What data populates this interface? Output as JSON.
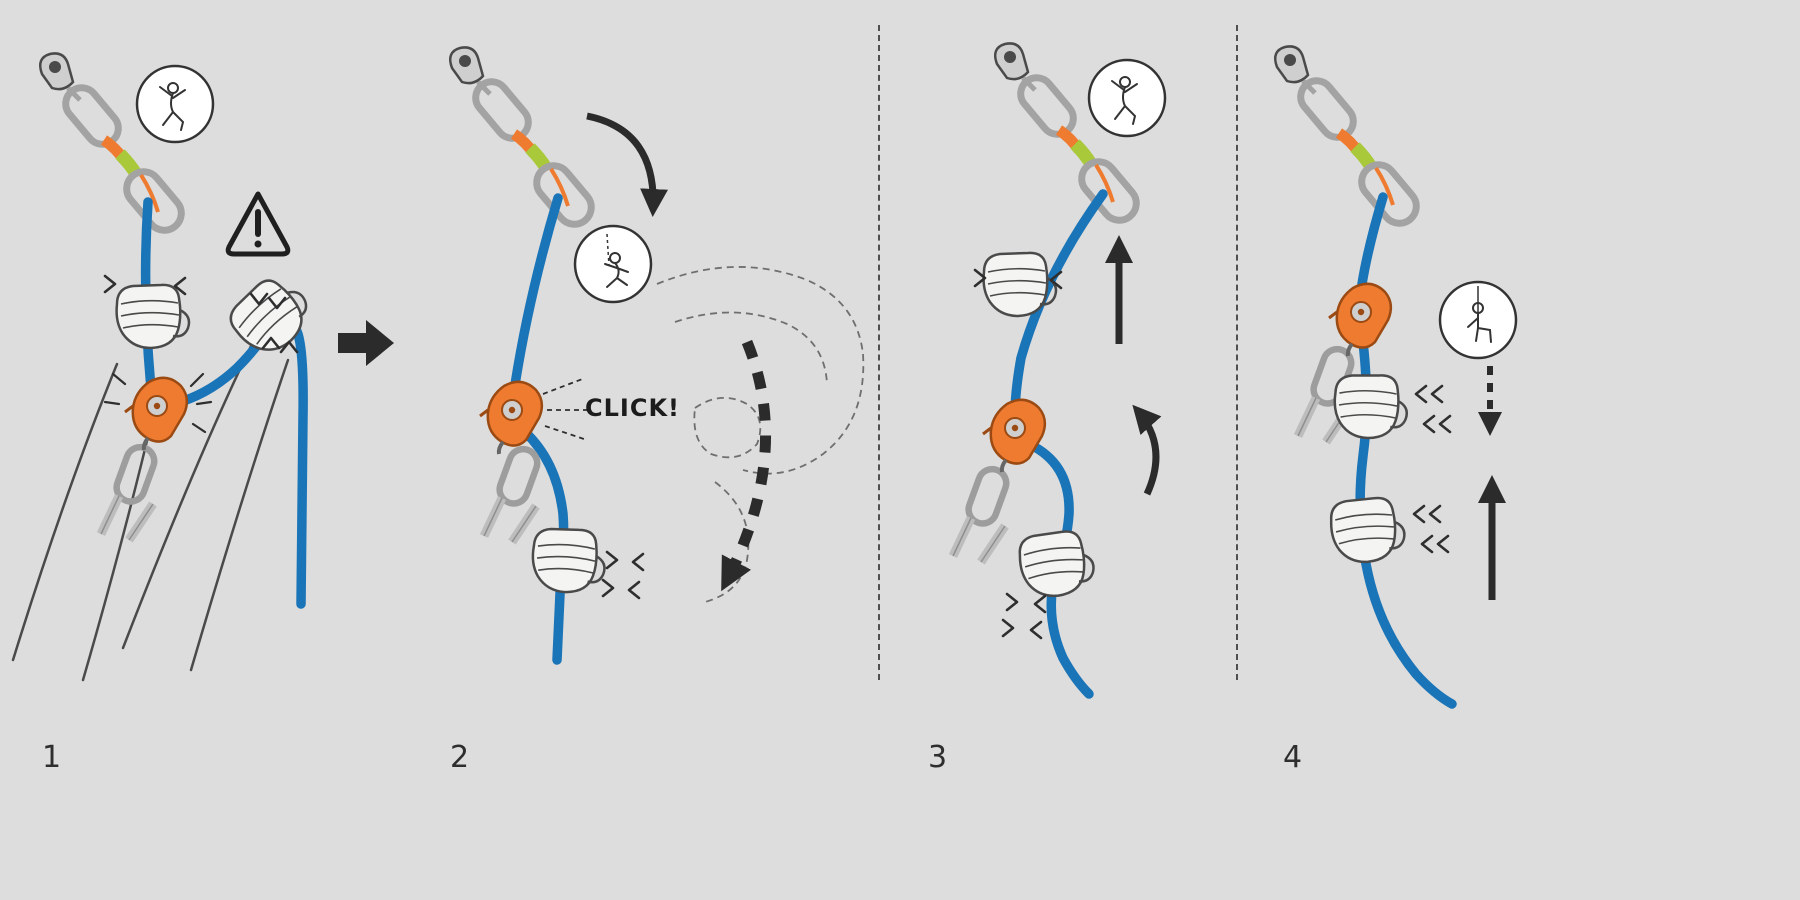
{
  "figure": {
    "background_color": "#dcdddc",
    "ink_color": "#2b2b2b",
    "rope_color": "#1a74b8",
    "device_color": "#ee7b30",
    "keeper_color": "#a9c93a",
    "metal_color": "#a3a3a3"
  },
  "labels": {
    "click": "CLICK!"
  },
  "panels": [
    {
      "number": "1",
      "icons": [
        "bolt-hanger-icon",
        "quickdraw-icon",
        "climber-circle-icon",
        "warning-triangle-icon",
        "climber-rope",
        "brake-rope",
        "belay-device-icon",
        "carabiner-sling-icon",
        "hand-grip-icon",
        "vibration-chevron-icon",
        "spark-marks-icon"
      ]
    },
    {
      "number": "2",
      "icons": [
        "bolt-hanger-icon",
        "quickdraw-icon",
        "fall-arrow-icon",
        "falling-climber-circle-icon",
        "climber-rope",
        "brake-rope",
        "belay-device-icon",
        "click-burst-icon",
        "ghost-arm-outline",
        "swing-arrow-icon",
        "hand-grip-icon",
        "vibration-chevron-icon"
      ]
    },
    {
      "number": "3",
      "icons": [
        "bolt-hanger-icon",
        "quickdraw-icon",
        "climber-circle-icon",
        "climber-rope",
        "brake-rope",
        "slide-up-arrow-icon",
        "belay-device-icon",
        "feed-arrow-icon",
        "carabiner-sling-icon",
        "hand-grip-icon",
        "vibration-chevron-icon"
      ]
    },
    {
      "number": "4",
      "icons": [
        "bolt-hanger-icon",
        "quickdraw-icon",
        "hanging-climber-circle-icon",
        "climber-rope",
        "brake-rope",
        "lower-arrow-icon",
        "belay-device-icon",
        "carabiner-sling-icon",
        "hand-grip-icon",
        "slide-up-arrow-icon",
        "vibration-chevron-icon"
      ]
    }
  ],
  "separators": {
    "count": 2,
    "style": "dashed-vertical"
  }
}
